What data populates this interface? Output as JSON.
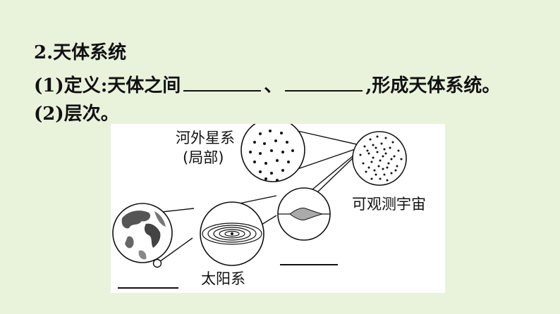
{
  "heading": "2.天体系统",
  "definition": {
    "prefix": "(1)定义:天体之间",
    "separator": "、",
    "suffix": ",形成天体系统。"
  },
  "levels_line": "(2)层次。",
  "diagram": {
    "label_other_galaxy_1": "河外星系",
    "label_other_galaxy_2": "(局部)",
    "label_observable_universe": "可观测宇宙",
    "label_solar_system": "太阳系"
  },
  "colors": {
    "background": "#e9f3dc",
    "panel": "#ffffff",
    "ink": "#111111"
  }
}
